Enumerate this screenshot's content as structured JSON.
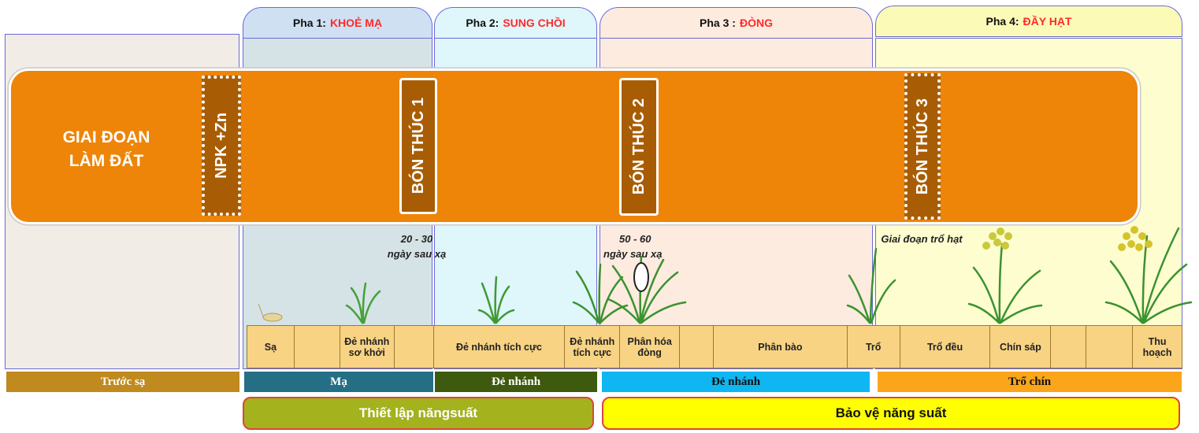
{
  "colors": {
    "main_bar": "#ee8508",
    "fertilizer_box": "#a85d05",
    "phase_highlight": "#ff2a2a",
    "stage_cell": "#f8d384"
  },
  "phases": [
    {
      "prefix": "Pha 1:",
      "name": "KHOẺ MẠ",
      "bg": "#d5e3e7",
      "head_bg": "#cfe0f3"
    },
    {
      "prefix": "Pha 2:",
      "name": "SUNG CHỒI",
      "bg": "#dff6fb",
      "head_bg": "#dff6fb"
    },
    {
      "prefix": "Pha 3 :",
      "name": "ĐÒNG",
      "bg": "#fdebdf",
      "head_bg": "#fdebdf"
    },
    {
      "prefix": "Pha 4:",
      "name": "ĐẦY HẠT",
      "bg": "#fefdd0",
      "head_bg": "#fbfab7"
    }
  ],
  "pre_stage": {
    "label": "GIAI ĐOẠN\nLÀM ĐẤT",
    "bg": "#f2ece7"
  },
  "fertilizer": [
    {
      "label": "NPK +Zn",
      "style": "dotted"
    },
    {
      "label": "BÓN THÚC 1",
      "style": "solid"
    },
    {
      "label": "BÓN THÚC 2",
      "style": "solid"
    },
    {
      "label": "BÓN THÚC 3",
      "style": "dotted"
    }
  ],
  "notes": {
    "bt1_days": "20 - 30",
    "bt1_unit": "ngày sau xạ",
    "bt2_days": "50 - 60",
    "bt2_unit": "ngày sau xạ",
    "bt3": "Giai đoạn trổ hạt"
  },
  "stages": [
    "Sạ",
    "",
    "Đẻ nhánh sơ khởi",
    "",
    "Đẻ nhánh tích cực",
    "Đẻ nhánh tích cực",
    "Phân hóa đòng",
    "",
    "Phân bào",
    "Trổ",
    "Trổ đều",
    "Chín sáp",
    "",
    "",
    "Thu hoạch"
  ],
  "bands": [
    {
      "label": "Trước sạ",
      "bg": "#c08a1f",
      "fg": "#ffffff"
    },
    {
      "label": "Mạ",
      "bg": "#256f86",
      "fg": "#ffffff"
    },
    {
      "label": "Đẻ nhánh",
      "bg": "#3e5a0e",
      "fg": "#ffffff"
    },
    {
      "label": "Đẻ nhánh",
      "bg": "#10b6f1",
      "fg": "#111111"
    },
    {
      "label": "Trổ chín",
      "bg": "#fba51b",
      "fg": "#111111"
    }
  ],
  "yield_goals": [
    {
      "label": "Thiết lập năngsuất",
      "bg": "#a3b21d",
      "fg": "#ffffff"
    },
    {
      "label": "Bảo vệ năng suất",
      "bg": "#ffff00",
      "fg": "#111111"
    }
  ]
}
